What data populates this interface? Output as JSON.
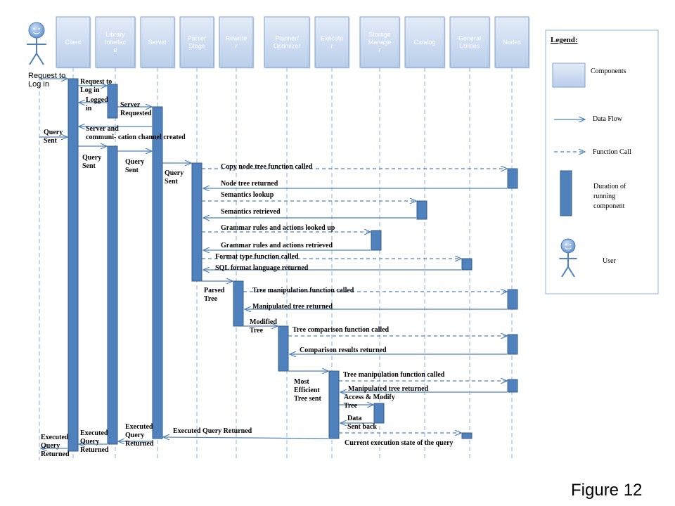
{
  "participants": [
    "Client",
    "Library Interfac e",
    "Server",
    "Parser Stage",
    "Rewrite r",
    "Planner/ Optimizer",
    "Executo r",
    "Storage Manage r",
    "Catalog",
    "General Utilities",
    "Nodes"
  ],
  "messages": [
    "Request to Log in",
    "Request to Log in",
    "Logged in",
    "Server Requested",
    "Server and communi- cation channel created",
    "Query Sent",
    "Query Sent",
    "Query Sent",
    "Query Sent",
    "Copy node tree function called",
    "Node tree returned",
    "Semantics lookup",
    "Semantics retrieved",
    "Grammar rules and actions looked up",
    "Grammar rules and actions retrieved",
    "Format type function called",
    "SQL format language returned",
    "Parsed Tree",
    "Tree manipulation function called",
    "Manipulated tree returned",
    "Modified Tree",
    "Tree comparison function called",
    "Comparison results returned",
    "Most Efficient Tree sent",
    "Tree manipulation function called",
    "Manipulated tree returned",
    "Access & Modify Tree",
    "Data Sent back",
    "Current execution state of the query",
    "Executed Query Returned",
    "Executed Query Returned",
    "Executed Query Returned",
    "Executed Query Returned"
  ],
  "legend": {
    "title": "Legend:",
    "components": "Components",
    "data_flow": "Data Flow",
    "function_call": "Function Call",
    "duration": "Duration of running component",
    "user": "User"
  },
  "figure_label": "Figure 12",
  "colors": {
    "box_fill": "#c9d9ef",
    "box_stroke": "#7da0cf",
    "activation": "#4f81bd",
    "activation_stroke": "#385d8a",
    "arrow": "#4f81bd",
    "lifeline": "#8fb0d8",
    "actor_head": "#6b9ad3"
  }
}
